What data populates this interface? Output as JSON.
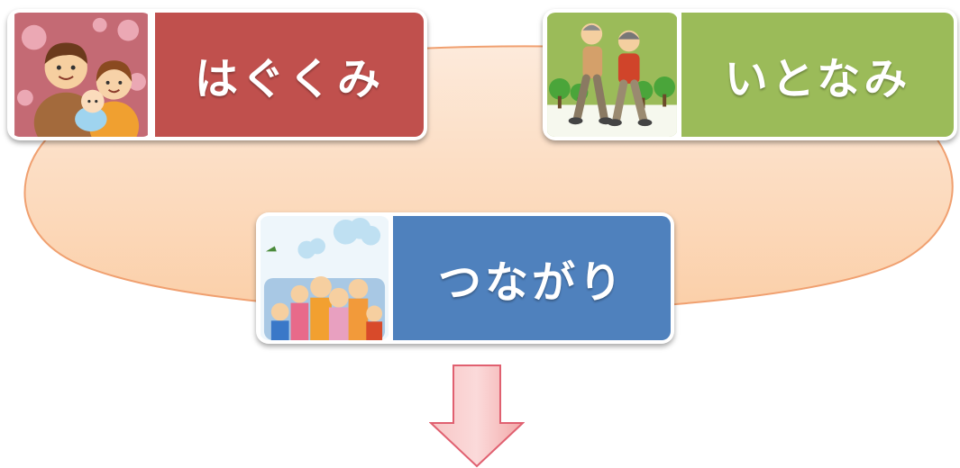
{
  "cards": [
    {
      "label": "はぐくみ",
      "color": "#c0504d",
      "picture": "family-with-baby-illustration"
    },
    {
      "label": "いとなみ",
      "color": "#9bbb59",
      "picture": "elderly-couple-walking-illustration"
    },
    {
      "label": "つながり",
      "color": "#4f81bd",
      "picture": "multigenerational-family-illustration"
    }
  ],
  "bowl_color": "#fbd5b5",
  "arrow": {
    "direction": "down",
    "color": "#f4a0a0"
  }
}
